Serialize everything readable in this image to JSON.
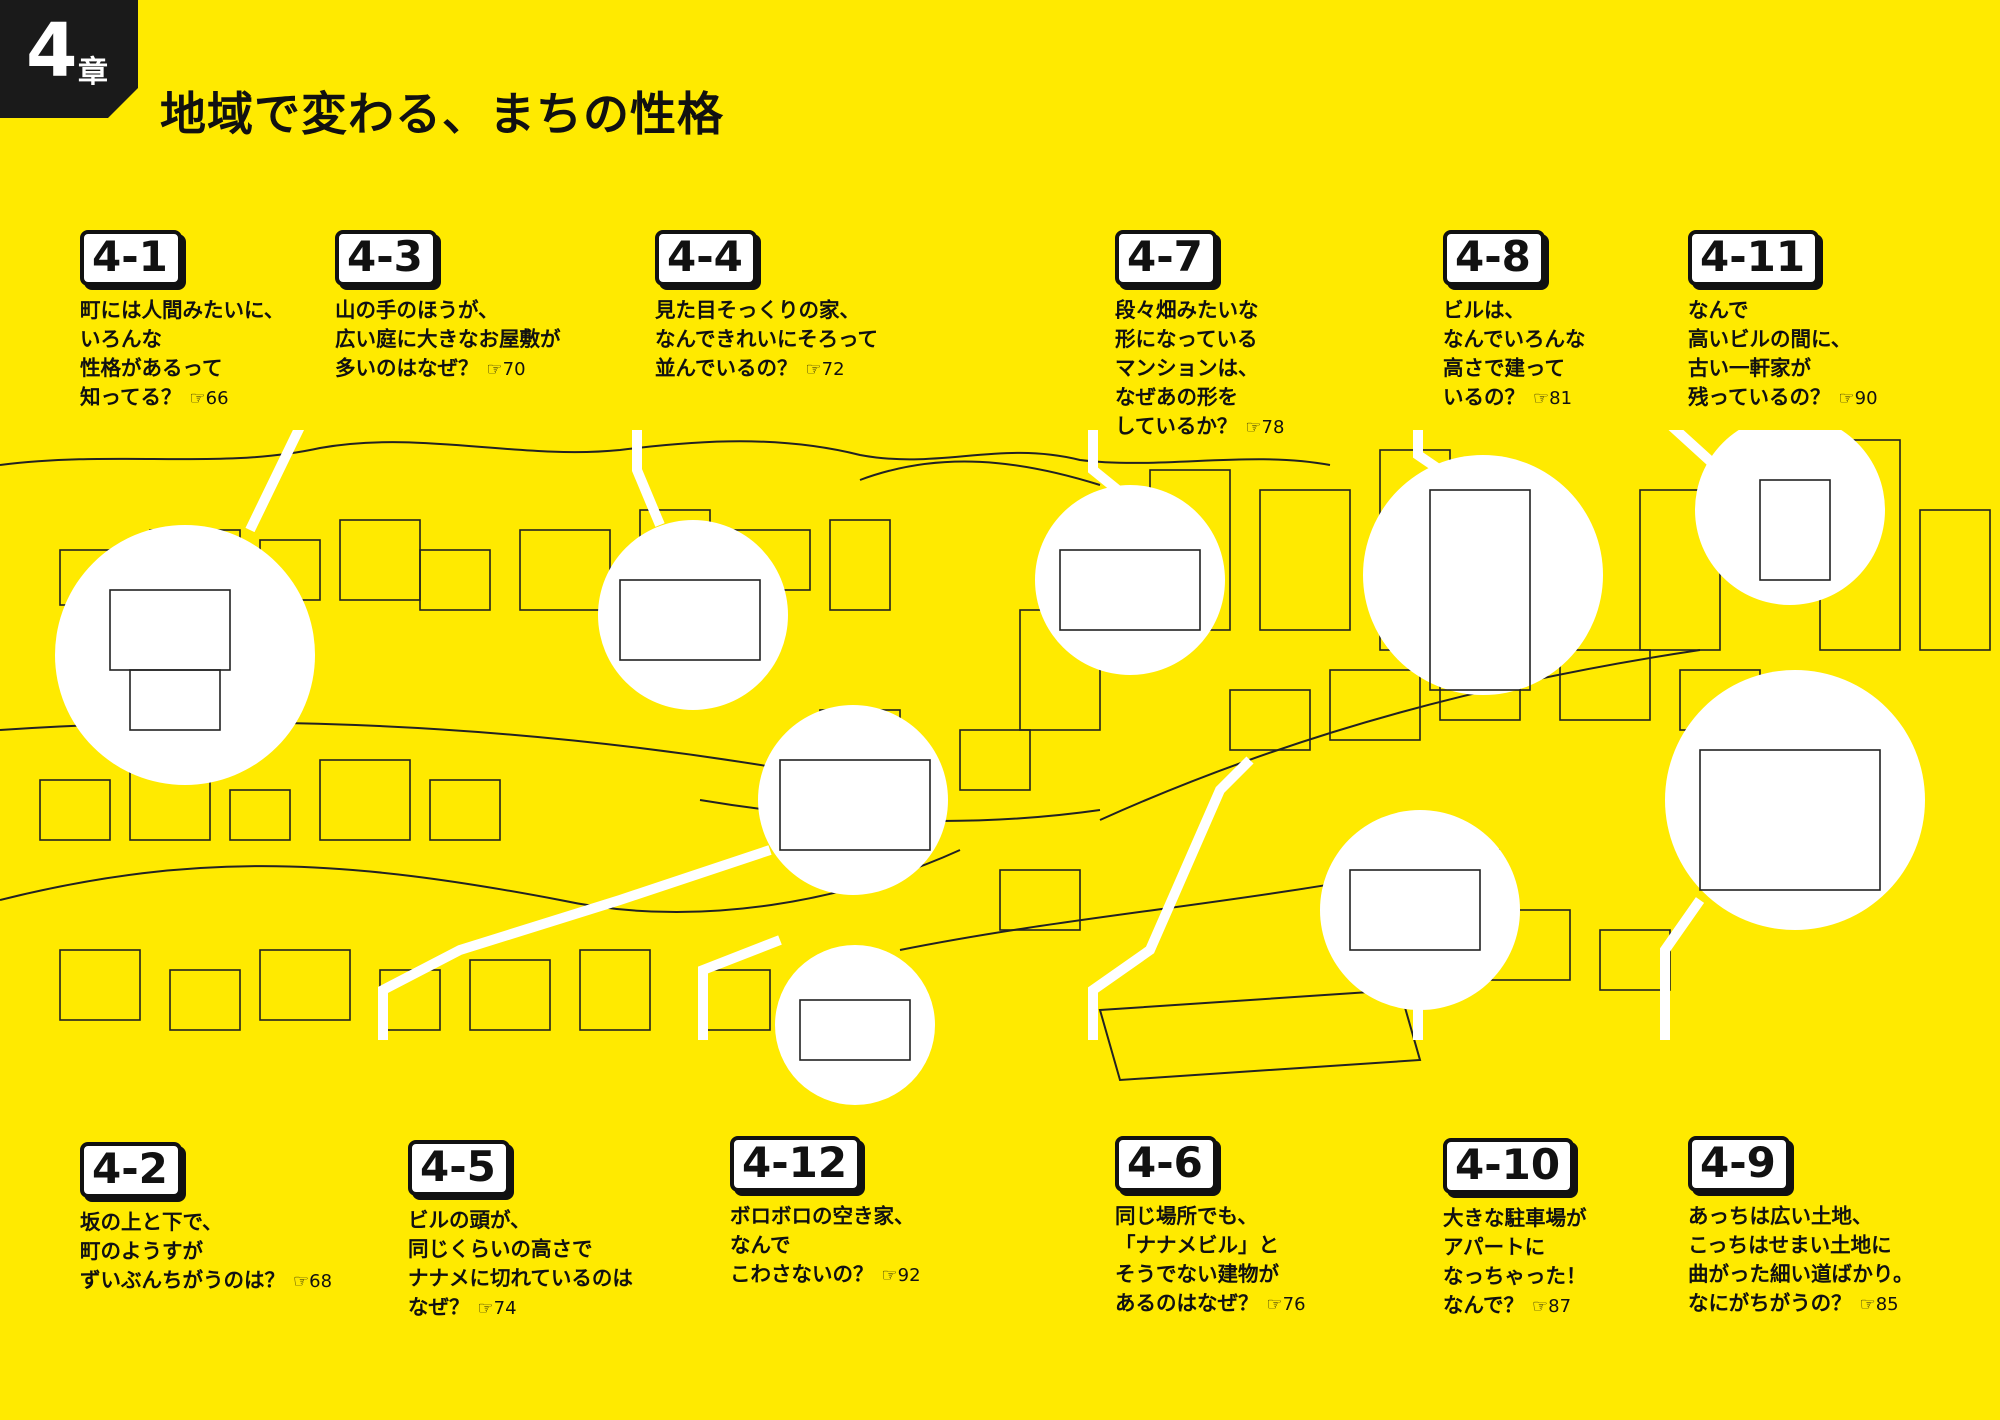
{
  "chapter": {
    "number": "4",
    "word": "章"
  },
  "title": "地域で変わる、まちの性格",
  "pointer_icon": "☞",
  "topics": [
    {
      "id": "4-1",
      "question": "町には人間みたいに、\nいろんな\n性格があるって\n知ってる？",
      "page": "66"
    },
    {
      "id": "4-3",
      "question": "山の手のほうが、\n広い庭に大きなお屋敷が\n多いのはなぜ？",
      "page": "70"
    },
    {
      "id": "4-4",
      "question": "見た目そっくりの家、\nなんできれいにそろって\n並んでいるの？",
      "page": "72"
    },
    {
      "id": "4-7",
      "question": "段々畑みたいな\n形になっている\nマンションは、\nなぜあの形を\nしているか？",
      "page": "78"
    },
    {
      "id": "4-8",
      "question": "ビルは、\nなんでいろんな\n高さで建って\nいるの？",
      "page": "81"
    },
    {
      "id": "4-11",
      "question": "なんで\n高いビルの間に、\n古い一軒家が\n残っているの？",
      "page": "90"
    },
    {
      "id": "4-2",
      "question": "坂の上と下で、\n町のようすが\nずいぶんちがうのは？",
      "page": "68"
    },
    {
      "id": "4-5",
      "question": "ビルの頭が、\n同じくらいの高さで\nナナメに切れているのは\nなぜ？",
      "page": "74"
    },
    {
      "id": "4-12",
      "question": "ボロボロの空き家、\nなんで\nこわさないの？",
      "page": "92"
    },
    {
      "id": "4-6",
      "question": "同じ場所でも、\n「ナナメビル」と\nそうでない建物が\nあるのはなぜ？",
      "page": "76"
    },
    {
      "id": "4-10",
      "question": "大きな駐車場が\nアパートに\nなっちゃった！\nなんで？",
      "page": "87"
    },
    {
      "id": "4-9",
      "question": "あっちは広い土地、\nこっちはせまい土地に\n曲がった細い道ばかり。\nなにがちがうの？",
      "page": "85"
    }
  ]
}
